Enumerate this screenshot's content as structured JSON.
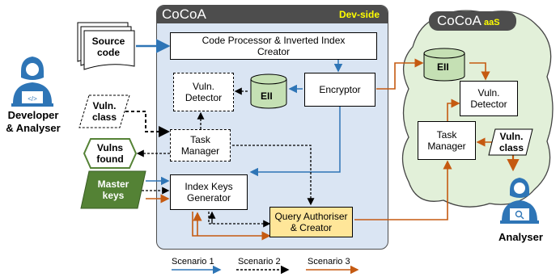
{
  "colors": {
    "scenario1": "#2e75b6",
    "scenario2": "#000000",
    "scenario3": "#c55a11",
    "devside_bg": "#dae5f3",
    "header_bg": "#4d4d4d",
    "devside_label": "#ffff00",
    "cloud_fill": "#e2f0d9",
    "eii_fill": "#c5e0b4",
    "master_keys": "#548235",
    "vulns_found_border": "#548235"
  },
  "cocoa": {
    "title": "CoCoA",
    "tag": "Dev-side"
  },
  "cloud": {
    "title_main": "CoCoA",
    "title_sub": "aaS"
  },
  "nodes": {
    "source_code": "Source code",
    "code_processor": "Code Processor & Inverted Index Creator",
    "vuln_detector": "Vuln. Detector",
    "eii": "EII",
    "encryptor": "Encryptor",
    "task_manager": "Task Manager",
    "index_keys": "Index Keys Generator",
    "query_auth": "Query Authoriser & Creator",
    "vuln_class": "Vuln. class",
    "vulns_found": "Vulns found",
    "master_keys": "Master keys",
    "cloud_eii": "EII",
    "cloud_vuln_detector": "Vuln. Detector",
    "cloud_task_manager": "Task Manager",
    "cloud_vuln_class": "Vuln. class"
  },
  "actors": {
    "developer": "Developer & Analyser",
    "analyser": "Analyser"
  },
  "legend": {
    "scenario1": "Scenario 1",
    "scenario2": "Scenario 2",
    "scenario3": "Scenario 3"
  },
  "icons": [
    "document-stack-icon",
    "database-icon",
    "person-laptop-icon",
    "person-search-icon",
    "cloud-icon"
  ]
}
